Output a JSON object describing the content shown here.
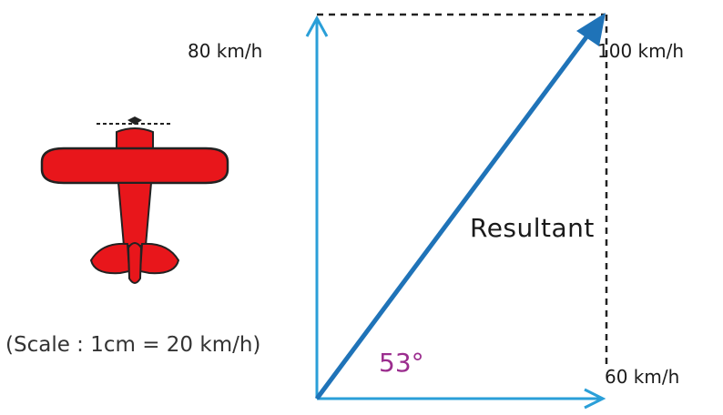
{
  "labels": {
    "north_speed": "80 km/h",
    "resultant_speed": "100 km/h",
    "east_speed": "60 km/h",
    "resultant": "Resultant",
    "angle": "53°",
    "scale": "(Scale : 1cm = 20 km/h)"
  },
  "colors": {
    "component_arrow": "#2a9fd8",
    "resultant_arrow": "#1f73b8",
    "airplane": "#e8161b",
    "angle_text": "#9b2d8e",
    "dashed": "#222222"
  },
  "icons": {
    "airplane": "airplane-icon"
  }
}
